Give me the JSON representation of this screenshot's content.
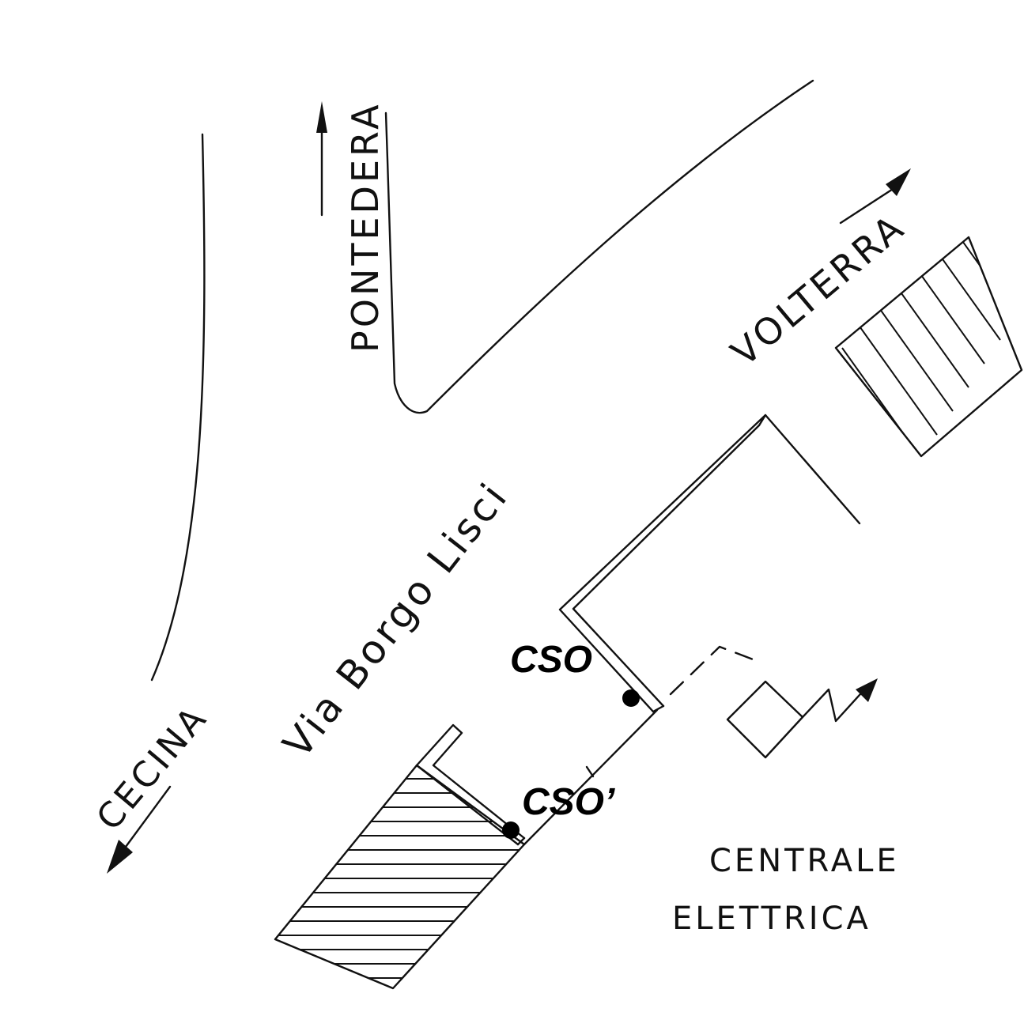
{
  "labels": {
    "pontedera": "PONTEDERA",
    "volterra": "VOLTERRA",
    "cecina": "CECINA",
    "street": "Via Borgo Lisci",
    "cso": "CSO",
    "cso_prime": "CSO’",
    "centrale_line1": "CENTRALE",
    "centrale_line2": "ELETTRICA"
  },
  "icons": {
    "arrows": [
      "arrow-up-icon",
      "arrow-northeast-icon",
      "arrow-southwest-icon"
    ],
    "power_plant": "power-plant-icon",
    "lightning": "lightning-bolt-icon",
    "marker": "filled-dot-marker"
  },
  "colors": {
    "ink": "#111111",
    "background": "#ffffff"
  }
}
